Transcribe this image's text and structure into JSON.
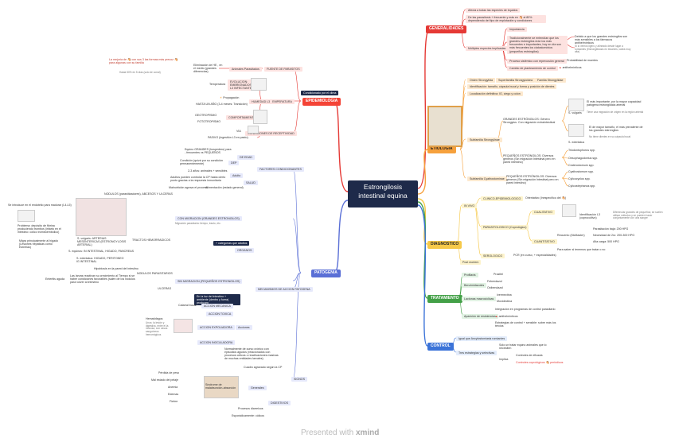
{
  "title": "Estrongilosis intestinal equina",
  "colors": {
    "red": "#e53935",
    "orange": "#f6a13d",
    "yellow": "#f6c94a",
    "green": "#43a047",
    "blue": "#3b73d8",
    "purple": "#5a6fd6",
    "dark": "#1e2a4a"
  },
  "branches": {
    "generalidades": "GENERALIDADES",
    "epidemiologia": "EPIDEMIOLOGIA",
    "etiologia": "ETIOLOGIA",
    "diagnostico": "DIAGNOSTICO",
    "tratamiento": "TRATAMIENTO",
    "control": "CONTROL",
    "patogenia": "PATOGENIA"
  },
  "gen": {
    "g1": "Afecta a todas las especies de équidos",
    "g2": "De las parasitosis + frecuente y más en 🐴 al 80% dependiendo del tipo de explotación y condiciones",
    "multiples": "Múltiples especies implicadas",
    "importancia": "Importancia",
    "imp_text": "Tradicionalmente se entendían que los grandes estróngilos eran los más frecuentes e importantes, hoy en día son más frecuentes los ciatostomínios (pequeños estróngilos)",
    "imp_r1": "Debido a que los grandes estróngilos son más sensibles a los fármacos antihelmínticos",
    "imp_r2": "Si lo vemos ligero y alineado desde lugar a rumiantes (Estrongilidosis en bisontes, cabra muy alta)",
    "proceso": "Proceso sistémico con repercusión general",
    "probabilidad": "Probabilidad de muertes",
    "cambio": "Cambio de planteamiento de control",
    "antihelminticos": "antihelmínticos"
  },
  "epi": {
    "cond": "Condicionado por el clima",
    "fuente": "FUENTE DE PARASITOS",
    "animales": "Animales Parasitados",
    "elim": "Eliminación de HE , en el medio (grandes diferencias)",
    "mejoria": "La mejoría de 🐴 con sus 3 las formas más precoz 🐴 para algunas con su familia",
    "hasta": "Hasta 50% en 5 días (solo de corral)",
    "temperatura": "TEMPERATURA",
    "temp_label": "Temperatura",
    "evolucion": "EVOLUCION: EMBRIONADOS L3 INFECTANTE",
    "humedad": "HUMEDAD L3",
    "propagacion": "Propagación",
    "hasta_un_ano": "HASTA UN AÑO (3-4 meses: Transición)",
    "geotropismo": "GEOTROPISMO",
    "fototropismo": "FOTOTROPISMO",
    "comportamiento": "COMPORTAMIENTO",
    "via": "VIA",
    "contagio": "CONDICIONES DE RECEPTIVIDAD",
    "pasivo": "PASIVO (ingestión L3 en pasto)"
  },
  "eti": {
    "orden": "Orden Strongylida",
    "superfamilia": "Superfamilia Strongyloidea",
    "familia": "Familia Strongylidae",
    "identificacion": "Identificación: tamaño, cápsula bucal y forma y posición de dientes",
    "localizacion": "Localización definitiva: IG, ciego y colon",
    "subfamilia_s": "Subfamilia Strongylinae",
    "grandes_head": "GRANDES ESTRÓNGILOS: Género Strongylus. Con migración extraintestinal",
    "grandes_1": "S. vulgaris",
    "grandes_1d": "El más importante, por la mayor capacidad patógena estrongiloida arterial",
    "grandes_1e": "Tiene una migración de origen en la región arterial",
    "grandes_2": "S. edentatus",
    "grandes_2d": "El de mayor tamaño, el más prevalente de los grandes estróngilos",
    "grandes_2e": "No tiene dientes en su cápsula bucal",
    "grandes_3": "S. equinus",
    "subfamilia_c": "Subfamilia Cyathostominae",
    "peq_head": "PEQUEÑOS ESTRÓNGILOS: Diversos géneros (Sin migración Intestinal pero en pared intestino)",
    "p1": "Triodontophorus spp.",
    "p2": "Oesophagodontus spp.",
    "p3": "Craterostomum spp.",
    "p4": "Cyathostomum spp.",
    "p5": "Cylicocyclus spp.",
    "p6": "Cylicostephanus spp."
  },
  "dx": {
    "in_vivo": "IN VIVO",
    "clinico": "CLINICO-EPIDEMIOLOGICO",
    "clinico_d": "Orientativo (Inespecífico del 🐴)",
    "parasit": "PARASITOLOGICO (Coprológico)",
    "cualitativo": "CUALITATIVO",
    "hpg": "HE",
    "identif": "Identificación L3 (coprocultivo)",
    "identif_d": "Diferenciar grandes de pequeños; se suelen utilizar métodos y se pueden hacer conjuntamente con una sangre",
    "cuantitativo": "CUANTITATIVO",
    "recuento": "Recuento (McMaster)",
    "parasitacion": "Parasitación baja: 200 HPG",
    "necesidad": "Necesidad de 2ro: 200-300 HPG",
    "alta": "Alta carga: 500 HPG",
    "serologico": "SEROLOGICO",
    "serologico_d": "PCR (en curso, + especialidades)",
    "post_mortem": "Post mortem",
    "hasta_baja": "Para saber si tenemos que tratar o no"
  },
  "tto": {
    "profilaxis": "Profilaxis",
    "prazitel": "Prazitel",
    "benzimidazoles": "Benzimidazoles",
    "febendazol": "Febendazol",
    "oxibendazol": "Oxibendazol",
    "lactonas": "Lactonas macrocíclicas",
    "ivermectina": "Ivermectina",
    "moxidectina": "Moxidectina",
    "resistencias": "Aparición de resistencias",
    "r1": "Integración en programas de control parasitario",
    "r2": "antihelmínticos",
    "r3": "Estrategias de control + sensible: sobre más los tercios"
  },
  "ctrl": {
    "igual": "Igual que Ancylostomiasis rumiantes",
    "tres": "Tres estrategias y selectivas",
    "tres_d": "Sólo un tratar equino animales que lo necesiten",
    "implica": "Implica",
    "c1": "Controles de eficacia",
    "c2": "Controles coprológicos 🐴 periódicos"
  },
  "pat": {
    "factores": "FACTORES CONDICIONANTES",
    "edad": "DE EDAD",
    "equino": "Equino GRANDES (hospedero) para - frecuentes vs PEQUEÑOS",
    "dep": "DEP",
    "condicion": "Condición (quizá por su condición permanentemente)",
    "edad2": "2-3 años: animales + sensibles",
    "adulto": "Adulto",
    "adultos": "Adultos pueden controlar la CP hasta cierto punto gracias a la respuesta inmunitaria",
    "salud": "SALUD",
    "malnutricion": "Malnutrición agrava el proceso",
    "alimentacion": "Alimentación (estado general)",
    "con_migracion": "CON MIGRACION (GRANDES ESTRONGILOS)",
    "nodulos": "NODULOS (parasitizadores), ABCESOS Y ULCERAS",
    "tractos": "TRACTOS HEMORRAGICOS",
    "migracion_d": "Migración parasitaria: tiempo, tracto, etc.",
    "svulgaris": "S. vulgaris: ARTERIAS MESENTERICAS (ESTRONGYLOSIS ARTERIAL)",
    "sequinus": "S. equinus: IN INTESTINAL, HIGADO, PANCREAS",
    "sedentatus": "S. edentatus: HIGADO, PERITONEO IG INTESTINAL",
    "se_introduce": "Se introduce en el endotelio para madurar (L4-L5)",
    "problema": "Problema: depósito de fibrina produciendo trombos (infarto en el intestino: cólico tromboembólico)",
    "migra": "Migra principalmente al hígado (Lesiones hepáticas como Estrellas)",
    "sin_migracion": "SIN MIGRACION (PEQUEÑOS ESTRONGILOS)",
    "nodulos2": "NODULOS PARASITARIOS",
    "hipobiosis": "Hipobiosis en la pared del intestino",
    "larvas": "Las larvas reactivan su crecimiento al Tiempo si se haber condiciones favorables (salen de los nódulos para volver al intestino",
    "enteritis": "Enteritis aguda",
    "ulceras": "ULCERAS",
    "organos": "ORGANOS",
    "categorias": "+ categorías que adultos",
    "mecanismos": "MECANISMOS DE ACCION PATOGENA",
    "en_la_luz": "En la luz del intestino + ambiente (dentro y fuera) producen",
    "accion_mecanica": "ACCION MECANICA",
    "catarral": "Catarral bucal",
    "accion_toxica": "ACCION TOXICA",
    "accion_expoliadora": "ACCION EXPOLIADORA",
    "hematofagos": "Hematófagos",
    "hemat_d": "Unos: la lesión y digestiva, entre el la mucosa, con vasos sanguíneos hemorrágicos",
    "acciones": "Acciones",
    "accion_inoculadora": "ACCION INOCULADORA",
    "signos": "SIGNOS",
    "normalmente": "Normalmente de curso crónico con episodios agudos (relacionados con procesos cólicos o reactivaciones masivas de muchas entidades larvales)",
    "cuadro": "Cuadro agravado según la CP",
    "generales": "Generales",
    "perdida": "Pérdida de peso",
    "mal_estado": "Mal estado del pelaje",
    "anemia": "Anemia",
    "edemas": "Edemas",
    "fiebre": "Fiebre",
    "sindrome": "Síndrome de malabsorción-absorción",
    "digestivos": "DIGESTIVOS",
    "procesos": "Procesos diarreicos",
    "esporadicamente": "Esporádicamente: cólicos"
  },
  "footer": {
    "presented": "Presented with",
    "brand": "xmind"
  }
}
